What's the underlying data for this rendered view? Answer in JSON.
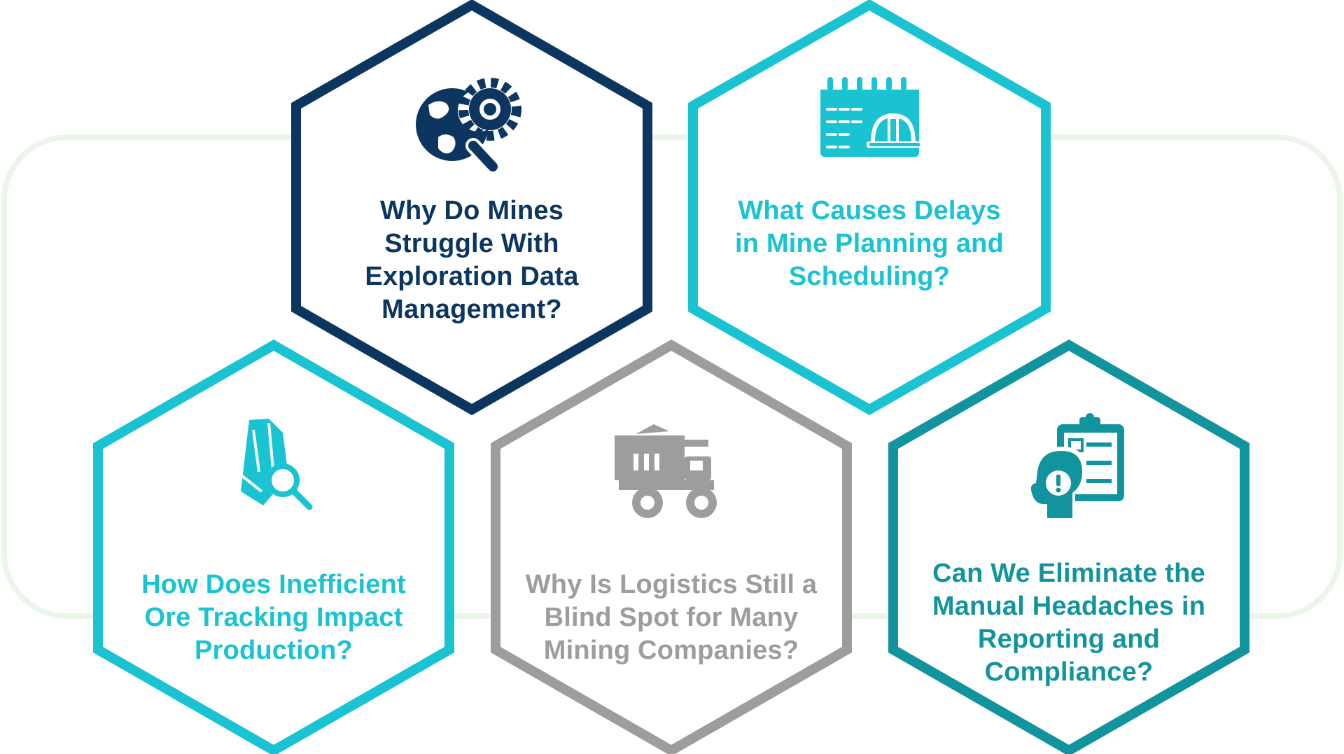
{
  "colors": {
    "background": "#ffffff",
    "backdrop_outline": "#ebf5ea",
    "navy": "#0c3660",
    "cyan": "#1ac3d2",
    "gray": "#9d9d9d",
    "teal": "#12949f"
  },
  "cards": [
    {
      "id": "exploration-data",
      "icon": "globe-gear-magnifier-icon",
      "color": "#0c3660",
      "lines": [
        "Why Do Mines",
        "Struggle With",
        "Exploration Data",
        "Management?"
      ]
    },
    {
      "id": "mine-planning",
      "icon": "calendar-hardhat-icon",
      "color": "#1ac3d2",
      "lines": [
        "What Causes Delays",
        "in Mine Planning and",
        "Scheduling?"
      ]
    },
    {
      "id": "ore-tracking",
      "icon": "ore-magnifier-icon",
      "color": "#1ac3d2",
      "lines": [
        "How Does Inefficient",
        "Ore Tracking Impact",
        "Production?"
      ]
    },
    {
      "id": "logistics",
      "icon": "mining-truck-icon",
      "color": "#9d9d9d",
      "lines": [
        "Why Is Logistics Still a",
        "Blind Spot for Many",
        "Mining Companies?"
      ]
    },
    {
      "id": "reporting-compliance",
      "icon": "clipboard-alert-head-icon",
      "color": "#12949f",
      "lines": [
        "Can We Eliminate the",
        "Manual Headaches in",
        "Reporting and",
        "Compliance?"
      ]
    }
  ]
}
